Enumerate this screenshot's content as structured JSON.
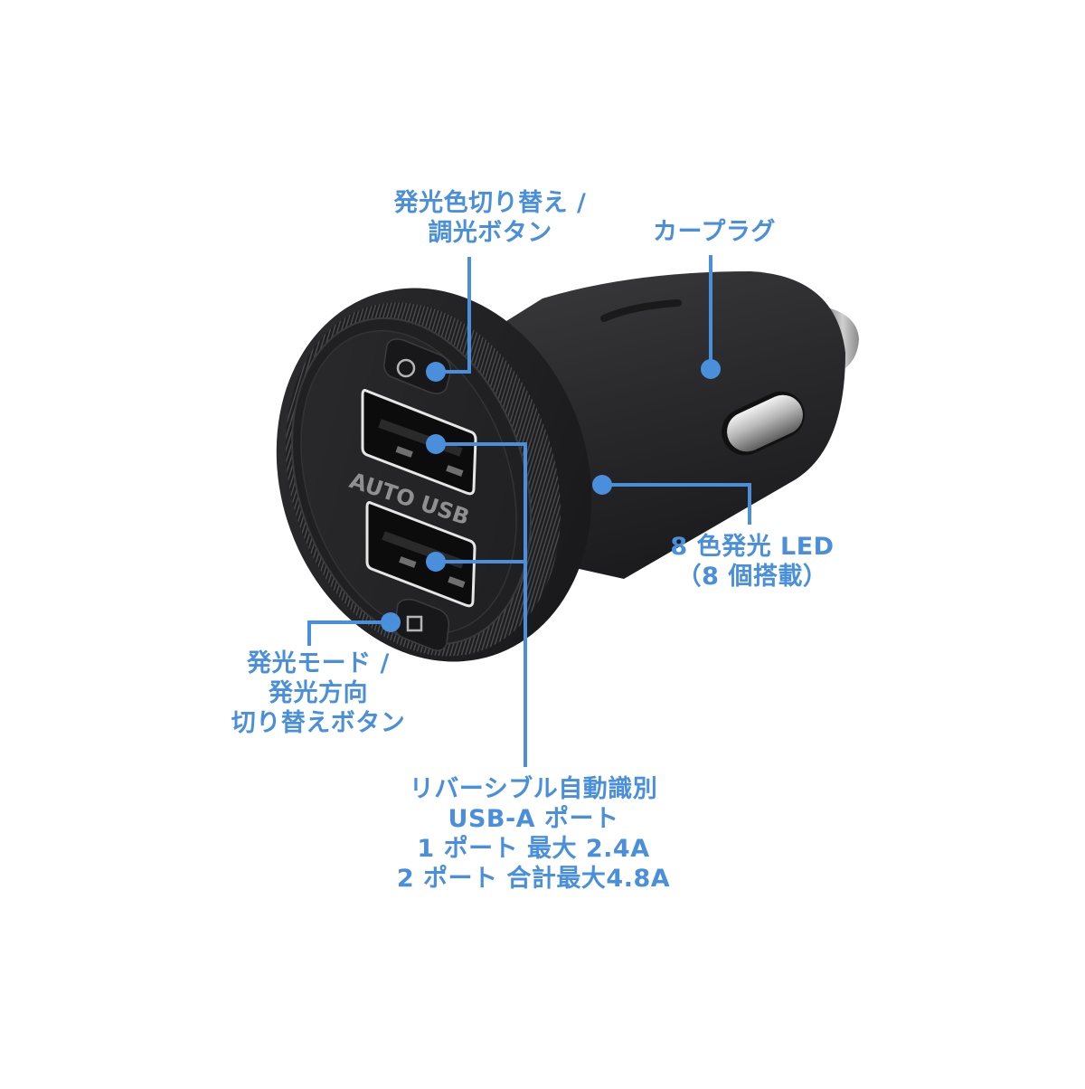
{
  "diagram": {
    "subject": "car-charger-dual-usb",
    "accent_color": "#4a8fdc",
    "device_color": "#2b2b2d",
    "device_print": "AUTO USB",
    "button_symbols": {
      "top_button": "circle",
      "bottom_button": "square"
    },
    "callouts": [
      {
        "id": "color-button",
        "lines": [
          "発光色切り替え /",
          "調光ボタン"
        ]
      },
      {
        "id": "car-plug",
        "lines": [
          "カープラグ"
        ]
      },
      {
        "id": "led",
        "lines": [
          "8 色発光 LED",
          "（8 個搭載）"
        ]
      },
      {
        "id": "mode-button",
        "lines": [
          "発光モード /",
          "発光方向",
          "切り替えボタン"
        ]
      },
      {
        "id": "usb-ports",
        "lines": [
          "リバーシブル自動識別",
          "USB-A ポート",
          "1 ポート 最大 2.4A",
          "2 ポート 合計最大4.8A"
        ]
      }
    ]
  }
}
